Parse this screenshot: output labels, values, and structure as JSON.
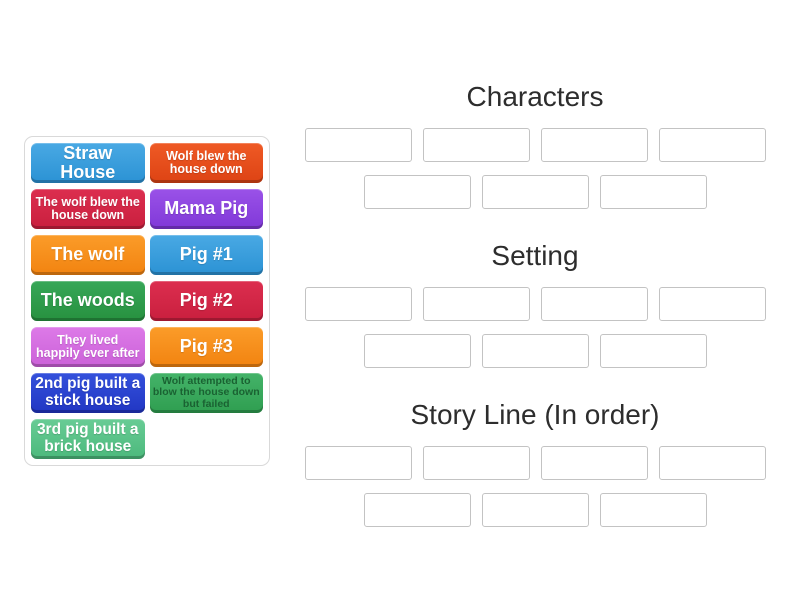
{
  "app": {
    "background": "#ffffff",
    "activity_type": "group-sort"
  },
  "colors": {
    "blue": "#319be0",
    "orangered": "#e64a19",
    "crimson": "#d22746",
    "purple": "#8a3fe0",
    "orange": "#f78e1d",
    "green": "#2f9e4e",
    "orchid": "#d36fdd",
    "royalblue": "#2742d0",
    "greentext_bg": "#3aa85c",
    "greentext_fg": "#1a6232",
    "seagreen": "#58c287",
    "header_text": "#2d2d2d",
    "slot_border": "#c3c3c3",
    "panel_border": "#d9d9d9"
  },
  "tile_panel": {
    "tiles": [
      {
        "name": "straw-house",
        "label": "Straw House",
        "color": "blue",
        "size": "lg"
      },
      {
        "name": "wolf-blew-the-house-down",
        "label": "Wolf blew the house down",
        "color": "orangered",
        "size": "sm"
      },
      {
        "name": "the-wolf-blew-the-house-down",
        "label": "The wolf blew the house down",
        "color": "crimson",
        "size": "sm"
      },
      {
        "name": "mama-pig",
        "label": "Mama Pig",
        "color": "purple",
        "size": "lg"
      },
      {
        "name": "the-wolf",
        "label": "The wolf",
        "color": "orange",
        "size": "lg"
      },
      {
        "name": "pig-1",
        "label": "Pig #1",
        "color": "blue",
        "size": "lg"
      },
      {
        "name": "the-woods",
        "label": "The woods",
        "color": "green",
        "size": "lg"
      },
      {
        "name": "pig-2",
        "label": "Pig #2",
        "color": "crimson",
        "size": "lg"
      },
      {
        "name": "they-lived-happily-ever-after",
        "label": "They lived happily ever after",
        "color": "orchid",
        "size": "sm"
      },
      {
        "name": "pig-3",
        "label": "Pig #3",
        "color": "orange",
        "size": "lg"
      },
      {
        "name": "2nd-pig-built-a-stick-house",
        "label": "2nd pig built a stick house",
        "color": "royalblue",
        "size": "md"
      },
      {
        "name": "wolf-attempted-to-blow-the-house-down-but-failed",
        "label": "Wolf attempted to blow the house down but failed",
        "color": "greentext",
        "size": "xs"
      },
      {
        "name": "3rd-pig-built-a-brick-house",
        "label": "3rd pig built a brick house",
        "color": "seagreen",
        "size": "md"
      }
    ]
  },
  "groups": [
    {
      "name": "characters",
      "title": "Characters",
      "slot_count": 7
    },
    {
      "name": "setting",
      "title": "Setting",
      "slot_count": 7
    },
    {
      "name": "story-line-in-order",
      "title": "Story Line (In order)",
      "slot_count": 7
    }
  ]
}
